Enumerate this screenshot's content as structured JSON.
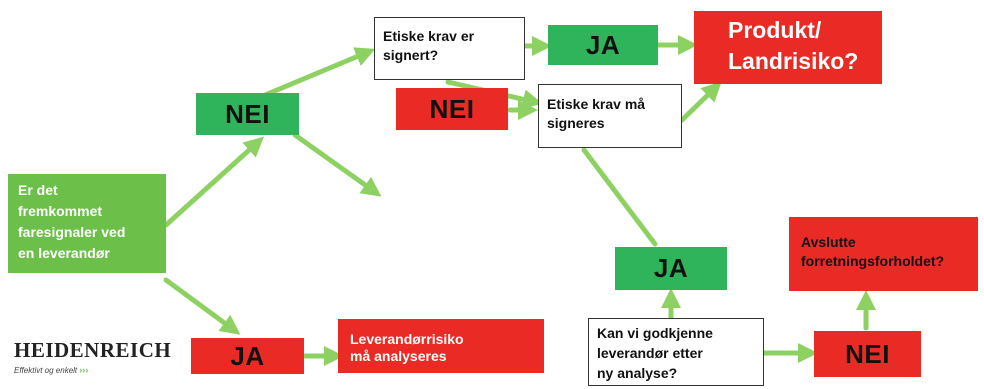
{
  "start": {
    "text_lines": [
      "Er det",
      "fremkommet",
      "faresignaler ved",
      "en leverandør"
    ]
  },
  "nei_left": "NEI",
  "ja_bottom": "JA",
  "leverandor_risk": {
    "text_lines": [
      "Leverandørrisiko",
      "må analyseres"
    ]
  },
  "etiske_signert": {
    "text_lines": [
      "Etiske krav er",
      "signert?"
    ]
  },
  "ja_top": "JA",
  "nei_mid": "NEI",
  "produkt": {
    "text_lines": [
      "Produkt/",
      "Landrisiko?"
    ]
  },
  "etiske_signeres": {
    "text_lines": [
      "Etiske krav må",
      "signeres"
    ]
  },
  "ja_right": "JA",
  "godkjenne": {
    "text_lines": [
      "Kan vi godkjenne",
      "leverandør etter",
      "ny analyse?"
    ]
  },
  "nei_right": "NEI",
  "avslutte": {
    "text_lines": [
      "Avslutte",
      "forretningsforholdet?"
    ]
  },
  "logo": {
    "name": "HEIDENREICH",
    "slogan": "Effektivt og enkelt",
    "chevrons": "›››"
  },
  "colors": {
    "arrow": "#8ed163",
    "green_dark": "#2fb45c",
    "green_light": "#6cc04a",
    "red": "#ea2b25"
  }
}
